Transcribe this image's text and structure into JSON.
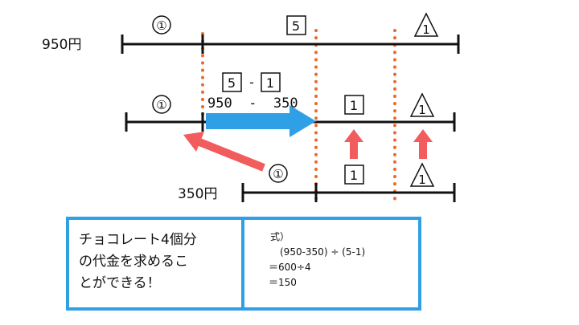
{
  "top_line": {
    "price": "950円",
    "segments": [
      "①",
      "5",
      "1"
    ]
  },
  "middle_line": {
    "segments": [
      "①",
      "1",
      "1"
    ],
    "calc_boxes": [
      "5",
      "1"
    ],
    "calc_minus": "-",
    "calc_values": "950  -  350"
  },
  "bottom_line": {
    "price": "350円",
    "segments": [
      "①",
      "1",
      "1"
    ]
  },
  "colors": {
    "line": "#111111",
    "dotted": "#ec6a2c",
    "blue_arrow": "#2f9fe6",
    "red_arrow": "#f25c5c",
    "box_border": "#2f9fe6"
  },
  "summary": {
    "lines": [
      "チョコレート4個分",
      "の代金を求めるこ",
      "とができる！"
    ]
  },
  "formula": {
    "label": "式）",
    "step1": "(950-350) ÷ (5-1)",
    "step2": "＝600÷4",
    "step3": "＝150"
  }
}
